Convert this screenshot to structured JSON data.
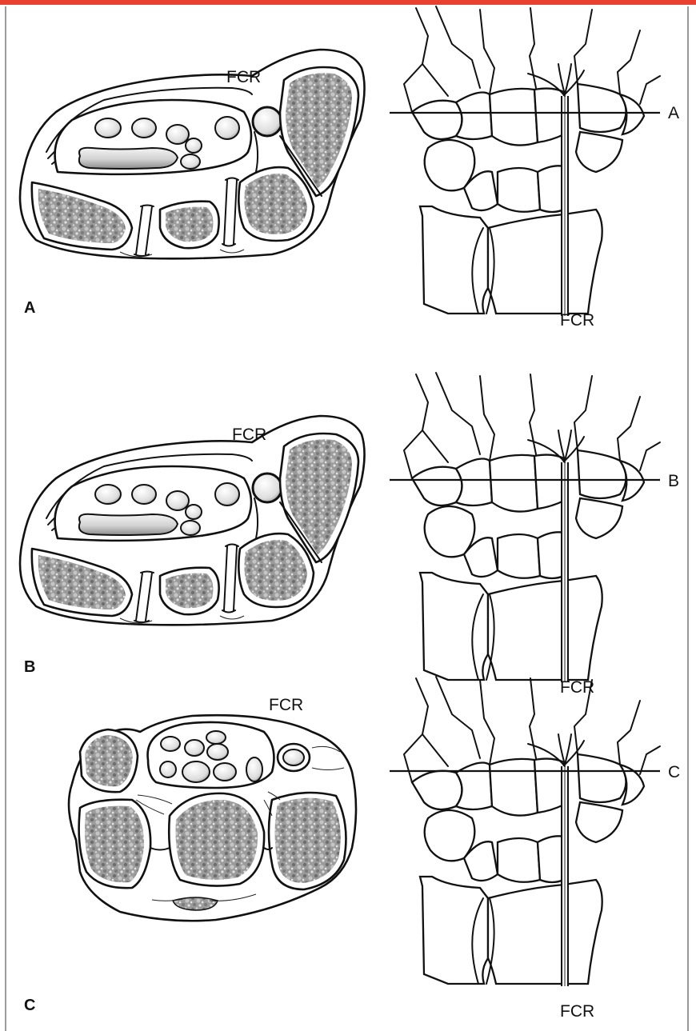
{
  "colors": {
    "top_bar": "#e8412f",
    "frame": "#9a9a9a",
    "ink": "#111111",
    "cancellous": "#8d8d8d"
  },
  "panels": [
    {
      "label": "A",
      "section_tendon_label": "FCR",
      "wrist_tendon_label": "FCR",
      "cut_line_label": "A"
    },
    {
      "label": "B",
      "section_tendon_label": "FCR",
      "wrist_tendon_label": "FCR",
      "cut_line_label": "B"
    },
    {
      "label": "C",
      "section_tendon_label": "FCR",
      "wrist_tendon_label": "FCR",
      "cut_line_label": "C"
    }
  ]
}
